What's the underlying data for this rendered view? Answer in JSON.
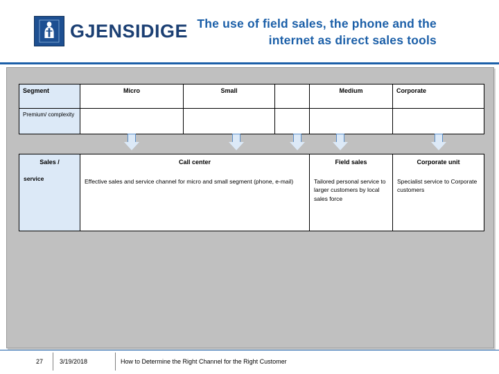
{
  "brand": {
    "logo_text": "GJENSIDIGE",
    "logo_icon": "knight-emblem-icon",
    "accent_color": "#1b5fa8",
    "logo_block_color": "#1d4f91"
  },
  "header": {
    "title_line1": "The use of field sales, the phone and the",
    "title_line2": "internet as direct sales tools"
  },
  "segment_table": {
    "header": [
      "Segment",
      "Micro",
      "Small",
      "",
      "Medium",
      "Corporate"
    ],
    "rows": [
      {
        "label": "Premium/ complexity",
        "cells": [
          "",
          "",
          "",
          "",
          ""
        ]
      }
    ],
    "hatched_column_index": 3
  },
  "arrows": {
    "count": 5,
    "name": "down-arrow"
  },
  "channel_table": {
    "row_label_line1": "Sales /",
    "row_label_line2": "service",
    "headers": [
      "",
      "Call center",
      "Field sales",
      "Corporate unit"
    ],
    "cells": [
      "",
      "Effective sales and service channel for micro and small segment (phone, e-mail)",
      "Tailored personal service to larger customers by local sales force",
      "Specialist service to Corporate customers"
    ]
  },
  "footer": {
    "page_number": "27",
    "date": "3/19/2018",
    "subject": "How to Determine the Right Channel for the Right Customer"
  }
}
